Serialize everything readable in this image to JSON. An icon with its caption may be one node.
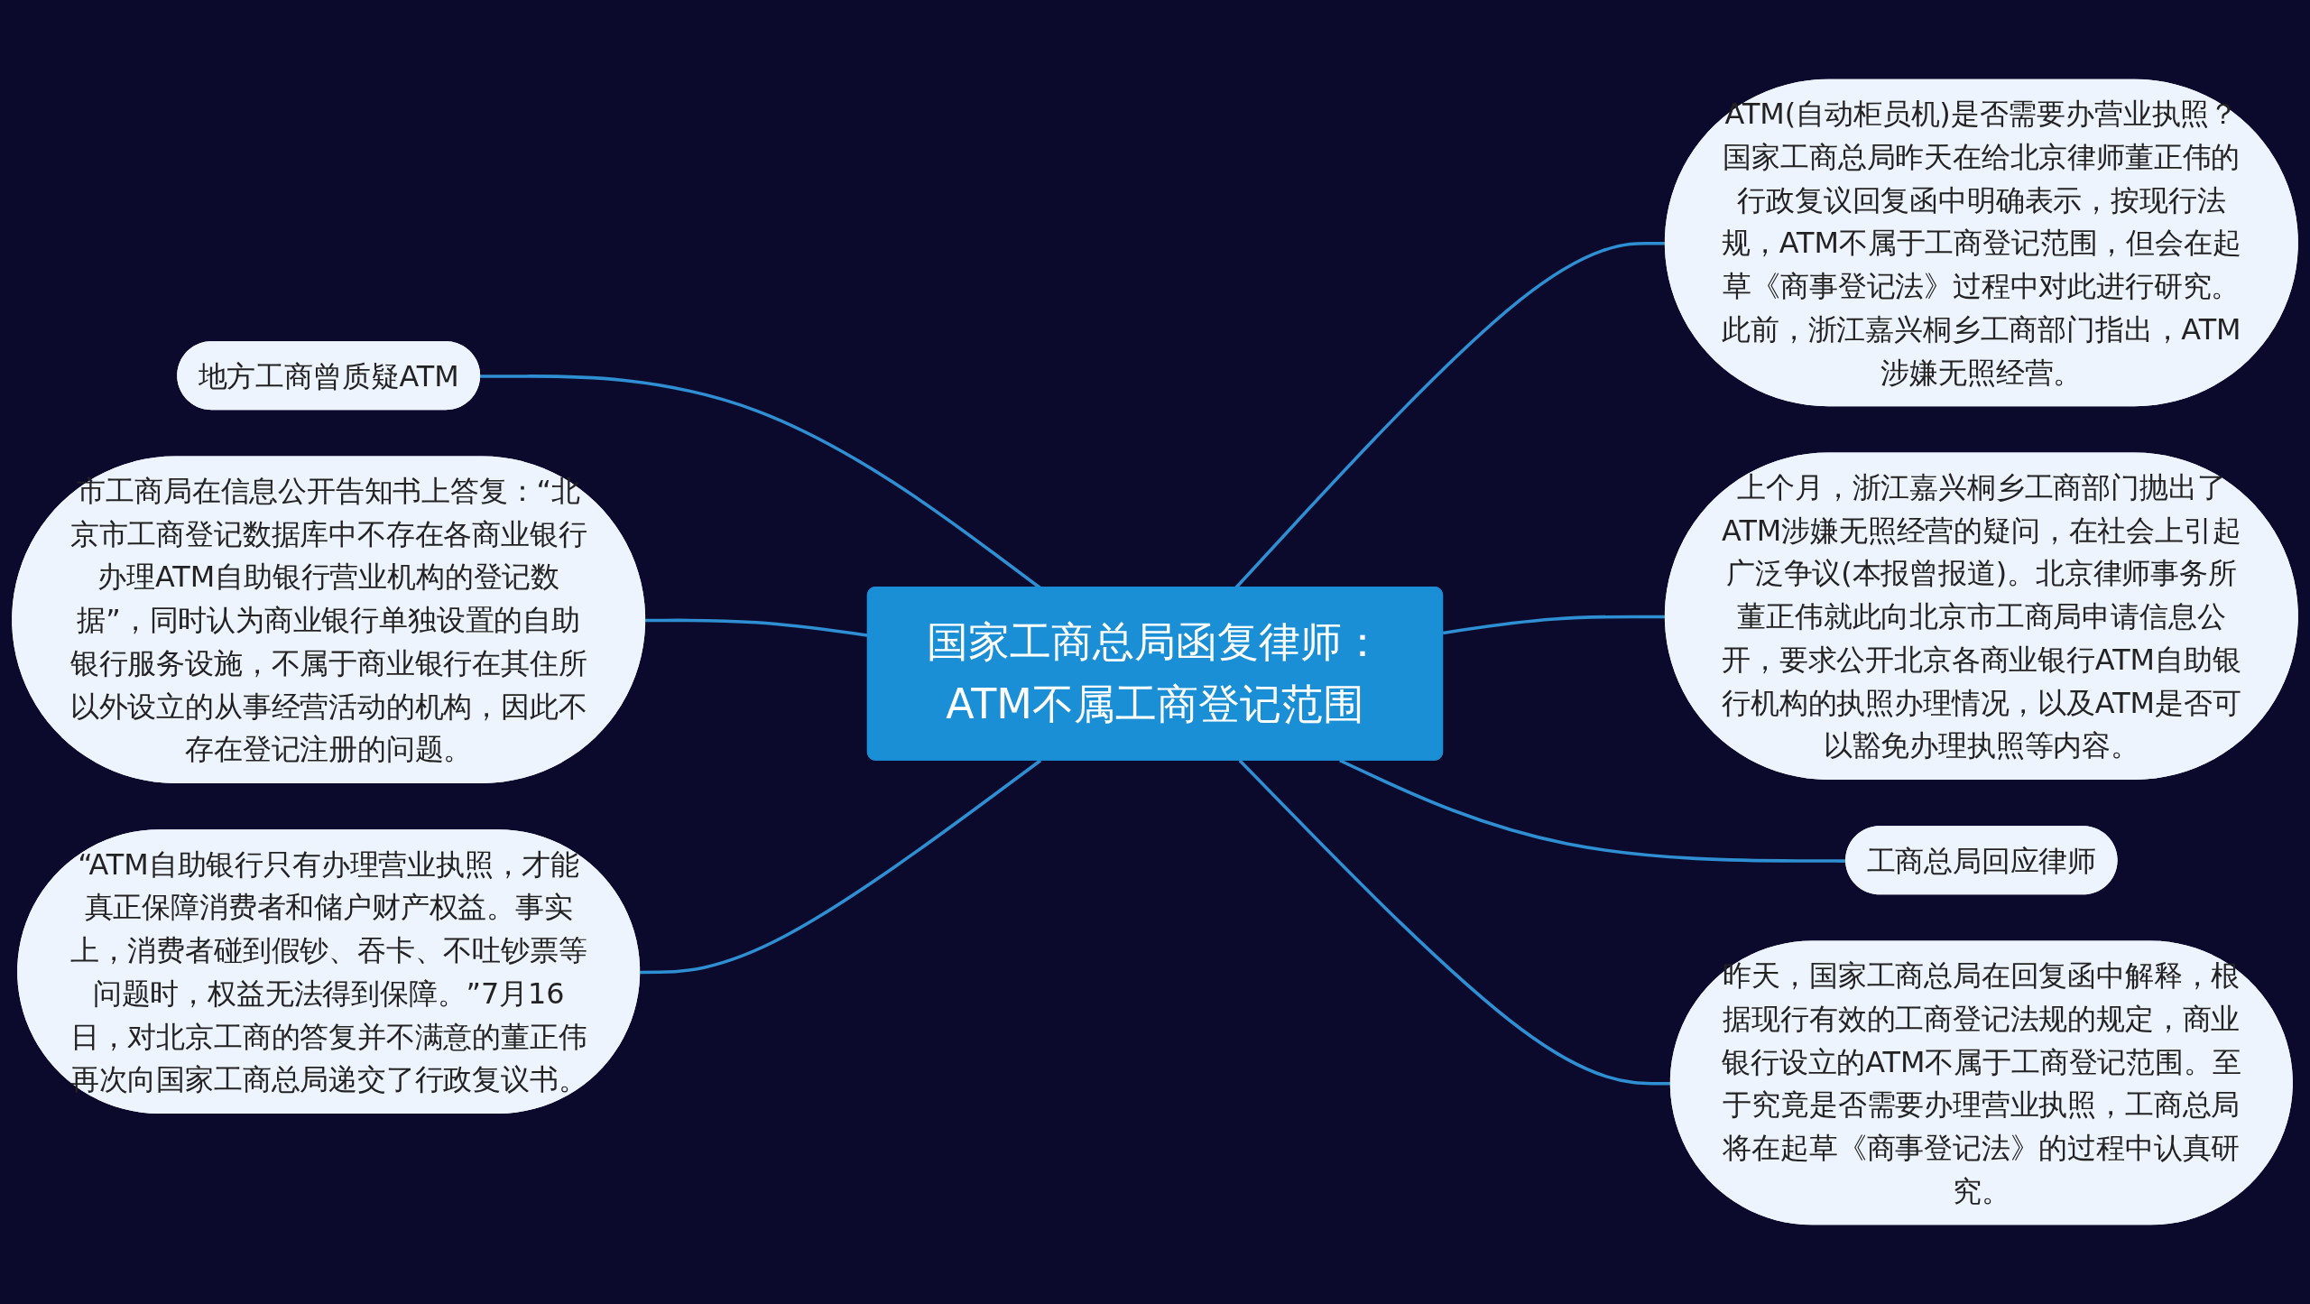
{
  "diagram": {
    "nodes": [
      {
        "text": [
          "国家工商总局函复律师：ATM不属工商登记范围"
        ]
      },
      {
        "text": [
          "地方工商曾质疑ATM"
        ]
      },
      {
        "text": [
          "市工商局在信息公开告知书上答复：“北京市工商登记数据库中不存在各商业银行办理ATM自助银行营业机构的登记数据”，同时认为商业银行单独设置的自助银行服务设施，不属于商业银行在其住所以外设立的从事经营活动的机构，因此不存在登记注册的问题。"
        ]
      },
      {
        "text": [
          "“ATM自助银行只有办理营业执照，才能真正保障消费者和储户财产权益。事实上，消费者碰到假钞、吞卡、不吐钞票等问题时，权益无法得到保障。”7月16日，对北京工商的答复并不满意的董正伟再次向国家工商总局递交了行政复议书。"
        ]
      },
      {
        "text": [
          "ATM(自动柜员机)是否需要办营业执照？国家工商总局昨天在给北京律师董正伟的行政复议回复函中明确表示，按现行法规，ATM不属于工商登记范围，但会在起草《商事登记法》过程中对此进行研究。此前，浙江嘉兴桐乡工商部门指出，ATM涉嫌无照经营。"
        ]
      },
      {
        "text": [
          "上个月，浙江嘉兴桐乡工商部门抛出了ATM涉嫌无照经营的疑问，在社会上引起广泛争议(本报曾报道)。北京律师事务所董正伟就此向北京市工商局申请信息公开，要求公开北京各商业银行ATM自助银行机构的执照办理情况，以及ATM是否可以豁免办理执照等内容。"
        ]
      },
      {
        "text": [
          "工商总局回应律师"
        ]
      },
      {
        "text": [
          "昨天，国家工商总局在回复函中解释，根据现行有效的工商登记法规的规定，商业银行设立的ATM不属于工商登记范围。至于究竟是否需要办理营业执照，工商总局将在起草《商事登记法》的过程中认真研究。"
        ]
      }
    ],
    "edges": [
      {
        "from": 0,
        "to": 1,
        "arrow": "none"
      },
      {
        "from": 0,
        "to": 2,
        "arrow": "none"
      },
      {
        "from": 0,
        "to": 3,
        "arrow": "none"
      },
      {
        "from": 0,
        "to": 4,
        "arrow": "none"
      },
      {
        "from": 0,
        "to": 5,
        "arrow": "none"
      },
      {
        "from": 0,
        "to": 6,
        "arrow": "none"
      },
      {
        "from": 0,
        "to": 7,
        "arrow": "none"
      }
    ]
  }
}
